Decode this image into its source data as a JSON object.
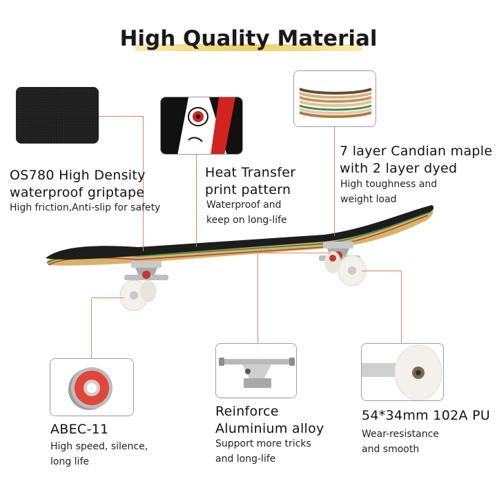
{
  "title": "High Quality Material",
  "features": {
    "griptape": {
      "heading_line1": "OS780 High Density",
      "heading_line2": "waterproof griptape",
      "desc": "High friction,Anti-slip for safety"
    },
    "print": {
      "heading_line1": "Heat Transfer",
      "heading_line2": "print pattern",
      "desc_line1": "Waterproof and",
      "desc_line2": "keep on long-life"
    },
    "maple": {
      "heading_line1": "7 layer Candian maple",
      "heading_line2": "with 2 layer dyed",
      "desc_line1": "High toughness and",
      "desc_line2": "weight load"
    },
    "bearing": {
      "heading": "ABEC-11",
      "desc_line1": "High speed, silence,",
      "desc_line2": "long life"
    },
    "truck": {
      "heading_line1": "Reinforce",
      "heading_line2": "Aluminium alloy",
      "desc_line1": "Support more tricks",
      "desc_line2": "and long-life"
    },
    "wheel": {
      "heading": "54*34mm 102A PU",
      "desc_line1": "Wear-resistance",
      "desc_line2": "and smooth"
    }
  },
  "colors": {
    "accent_line": "#e0835a",
    "title_highlight": "#e9c84a",
    "deck_griptape": "#1c1c1c",
    "bearing_shield": "#e2453a",
    "wheel": "#f3f1ea"
  }
}
